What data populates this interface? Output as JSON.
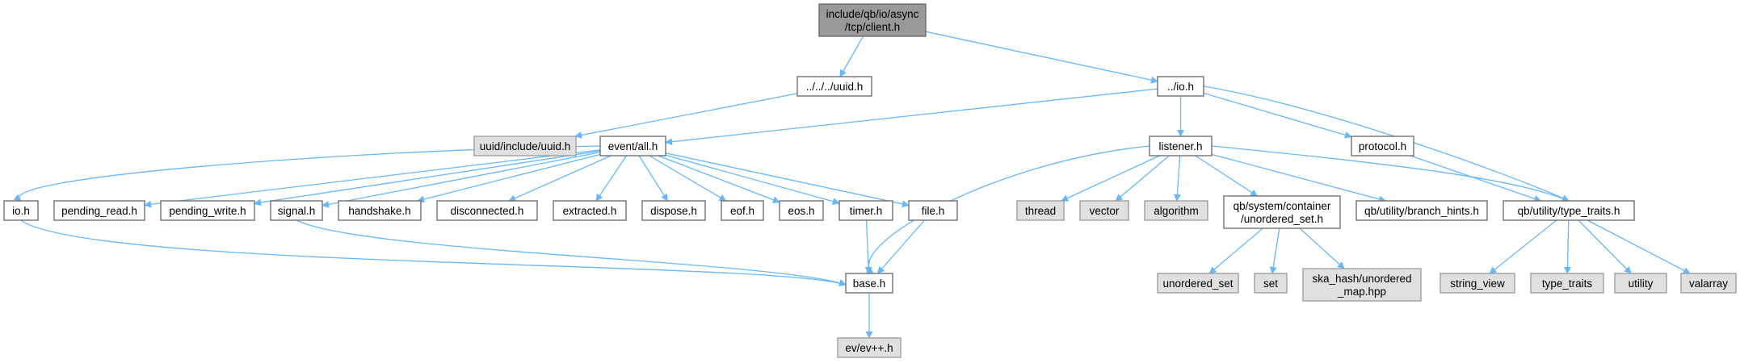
{
  "colors": {
    "edge": "#63b8ff",
    "node_border": "#666666",
    "node_fill": "#ffffff",
    "root_fill": "#999999",
    "root_border": "#666666",
    "system_fill": "#e0e0e0",
    "system_border": "#999999"
  },
  "nodes": [
    {
      "id": "root",
      "label": "include/qb/io/async\n/tcp/client.h",
      "kind": "root"
    },
    {
      "id": "uuid_rel",
      "label": "../../../uuid.h",
      "kind": "file"
    },
    {
      "id": "io_h",
      "label": "../io.h",
      "kind": "file"
    },
    {
      "id": "uuid_inc",
      "label": "uuid/include/uuid.h",
      "kind": "system"
    },
    {
      "id": "event_all",
      "label": "event/all.h",
      "kind": "file"
    },
    {
      "id": "listener",
      "label": "listener.h",
      "kind": "file"
    },
    {
      "id": "protocol",
      "label": "protocol.h",
      "kind": "file"
    },
    {
      "id": "io_small",
      "label": "io.h",
      "kind": "file"
    },
    {
      "id": "pending_read",
      "label": "pending_read.h",
      "kind": "file"
    },
    {
      "id": "pending_write",
      "label": "pending_write.h",
      "kind": "file"
    },
    {
      "id": "signal",
      "label": "signal.h",
      "kind": "file"
    },
    {
      "id": "handshake",
      "label": "handshake.h",
      "kind": "file"
    },
    {
      "id": "disconnected",
      "label": "disconnected.h",
      "kind": "file"
    },
    {
      "id": "extracted",
      "label": "extracted.h",
      "kind": "file"
    },
    {
      "id": "dispose",
      "label": "dispose.h",
      "kind": "file"
    },
    {
      "id": "eof",
      "label": "eof.h",
      "kind": "file"
    },
    {
      "id": "eos",
      "label": "eos.h",
      "kind": "file"
    },
    {
      "id": "timer",
      "label": "timer.h",
      "kind": "file"
    },
    {
      "id": "file",
      "label": "file.h",
      "kind": "file"
    },
    {
      "id": "thread",
      "label": "thread",
      "kind": "system"
    },
    {
      "id": "vector",
      "label": "vector",
      "kind": "system"
    },
    {
      "id": "algorithm",
      "label": "algorithm",
      "kind": "system"
    },
    {
      "id": "unordered_set_h",
      "label": "qb/system/container\n/unordered_set.h",
      "kind": "file"
    },
    {
      "id": "branch_hints",
      "label": "qb/utility/branch_hints.h",
      "kind": "file"
    },
    {
      "id": "type_traits_h",
      "label": "qb/utility/type_traits.h",
      "kind": "file"
    },
    {
      "id": "base",
      "label": "base.h",
      "kind": "file"
    },
    {
      "id": "unordered_set",
      "label": "unordered_set",
      "kind": "system"
    },
    {
      "id": "set",
      "label": "set",
      "kind": "system"
    },
    {
      "id": "ska_hash",
      "label": "ska_hash/unordered\n_map.hpp",
      "kind": "system"
    },
    {
      "id": "string_view",
      "label": "string_view",
      "kind": "system"
    },
    {
      "id": "type_traits",
      "label": "type_traits",
      "kind": "system"
    },
    {
      "id": "utility",
      "label": "utility",
      "kind": "system"
    },
    {
      "id": "valarray",
      "label": "valarray",
      "kind": "system"
    },
    {
      "id": "ev",
      "label": "ev/ev++.h",
      "kind": "system"
    }
  ],
  "edges": [
    [
      "root",
      "uuid_rel"
    ],
    [
      "root",
      "io_h"
    ],
    [
      "uuid_rel",
      "uuid_inc"
    ],
    [
      "io_h",
      "event_all"
    ],
    [
      "io_h",
      "listener"
    ],
    [
      "io_h",
      "protocol"
    ],
    [
      "io_h",
      "type_traits_h"
    ],
    [
      "event_all",
      "io_small"
    ],
    [
      "event_all",
      "pending_read"
    ],
    [
      "event_all",
      "pending_write"
    ],
    [
      "event_all",
      "signal"
    ],
    [
      "event_all",
      "handshake"
    ],
    [
      "event_all",
      "disconnected"
    ],
    [
      "event_all",
      "extracted"
    ],
    [
      "event_all",
      "dispose"
    ],
    [
      "event_all",
      "eof"
    ],
    [
      "event_all",
      "eos"
    ],
    [
      "event_all",
      "timer"
    ],
    [
      "event_all",
      "file"
    ],
    [
      "listener",
      "base"
    ],
    [
      "listener",
      "thread"
    ],
    [
      "listener",
      "vector"
    ],
    [
      "listener",
      "algorithm"
    ],
    [
      "listener",
      "unordered_set_h"
    ],
    [
      "listener",
      "branch_hints"
    ],
    [
      "listener",
      "type_traits_h"
    ],
    [
      "protocol",
      "type_traits_h"
    ],
    [
      "io_small",
      "base"
    ],
    [
      "signal",
      "base"
    ],
    [
      "timer",
      "base"
    ],
    [
      "file",
      "base"
    ],
    [
      "unordered_set_h",
      "unordered_set"
    ],
    [
      "unordered_set_h",
      "set"
    ],
    [
      "unordered_set_h",
      "ska_hash"
    ],
    [
      "type_traits_h",
      "string_view"
    ],
    [
      "type_traits_h",
      "type_traits"
    ],
    [
      "type_traits_h",
      "utility"
    ],
    [
      "type_traits_h",
      "valarray"
    ],
    [
      "base",
      "ev"
    ]
  ]
}
